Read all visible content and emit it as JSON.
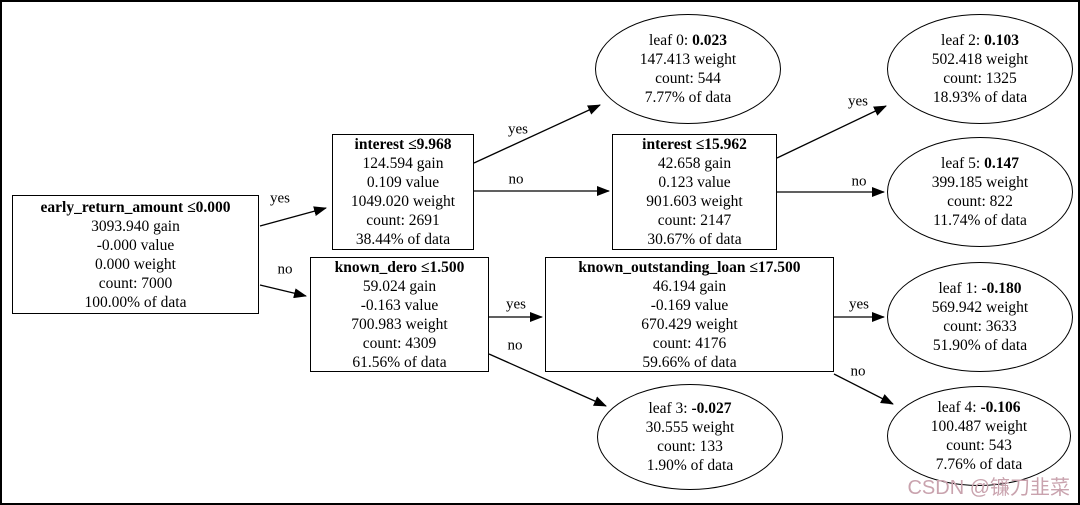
{
  "diagram": {
    "type": "decision-tree",
    "colors": {
      "node_border": "#000000",
      "background": "#ffffff",
      "watermark": "#c9a3ae"
    },
    "nodes": {
      "root": {
        "title": "early_return_amount ≤0.000",
        "lines": [
          "3093.940 gain",
          "-0.000 value",
          "0.000 weight",
          "count: 7000",
          "100.00% of data"
        ]
      },
      "interest_1": {
        "title": "interest ≤9.968",
        "lines": [
          "124.594 gain",
          "0.109 value",
          "1049.020 weight",
          "count: 2691",
          "38.44% of data"
        ]
      },
      "interest_2": {
        "title": "interest ≤15.962",
        "lines": [
          "42.658 gain",
          "0.123 value",
          "901.603 weight",
          "count: 2147",
          "30.67% of data"
        ]
      },
      "known_dero": {
        "title": "known_dero ≤1.500",
        "lines": [
          "59.024 gain",
          "-0.163 value",
          "700.983 weight",
          "count: 4309",
          "61.56% of data"
        ]
      },
      "known_outstanding_loan": {
        "title": "known_outstanding_loan ≤17.500",
        "lines": [
          "46.194 gain",
          "-0.169 value",
          "670.429 weight",
          "count: 4176",
          "59.66% of data"
        ]
      },
      "leaf0": {
        "label": "leaf 0: ",
        "value": "0.023",
        "lines": [
          "147.413 weight",
          "count: 544",
          "7.77% of data"
        ]
      },
      "leaf2": {
        "label": "leaf 2: ",
        "value": "0.103",
        "lines": [
          "502.418 weight",
          "count: 1325",
          "18.93% of data"
        ]
      },
      "leaf5": {
        "label": "leaf 5: ",
        "value": "0.147",
        "lines": [
          "399.185 weight",
          "count: 822",
          "11.74% of data"
        ]
      },
      "leaf1": {
        "label": "leaf 1: ",
        "value": "-0.180",
        "lines": [
          "569.942 weight",
          "count: 3633",
          "51.90% of data"
        ]
      },
      "leaf3": {
        "label": "leaf 3: ",
        "value": "-0.027",
        "lines": [
          "30.555 weight",
          "count: 133",
          "1.90% of data"
        ]
      },
      "leaf4": {
        "label": "leaf 4: ",
        "value": "-0.106",
        "lines": [
          "100.487 weight",
          "count: 543",
          "7.76% of data"
        ]
      }
    },
    "edges": {
      "root_to_interest1": {
        "label": "yes"
      },
      "root_to_knowndero": {
        "label": "no"
      },
      "interest1_to_leaf0": {
        "label": "yes"
      },
      "interest1_to_interest2": {
        "label": "no"
      },
      "interest2_to_leaf2": {
        "label": "yes"
      },
      "interest2_to_leaf5": {
        "label": "no"
      },
      "knowndero_to_kol": {
        "label": "yes"
      },
      "knowndero_to_leaf3": {
        "label": "no"
      },
      "kol_to_leaf1": {
        "label": "yes"
      },
      "kol_to_leaf4": {
        "label": "no"
      }
    },
    "watermark": {
      "text": "CSDN @镰刀韭菜"
    }
  }
}
